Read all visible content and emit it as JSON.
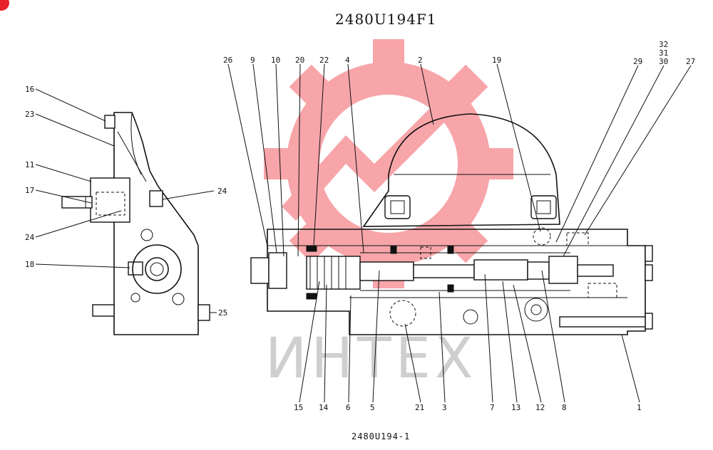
{
  "title": "2480U194F1",
  "caption": "2480U194-1",
  "watermark_text": "ИНТЕХ",
  "colors": {
    "watermark_red": "#f25c63",
    "badge_red": "#e8232b",
    "line": "#111111"
  },
  "callouts": {
    "c16": "16",
    "c23": "23",
    "c11": "11",
    "c17": "17",
    "c24a": "24",
    "c24b": "24",
    "c18": "18",
    "c25": "25",
    "c26": "26",
    "c9": "9",
    "c10": "10",
    "c20": "20",
    "c22": "22",
    "c4": "4",
    "c2": "2",
    "c19": "19",
    "c29": "29",
    "c32": "32",
    "c31": "31",
    "c30": "30",
    "c27": "27",
    "c15": "15",
    "c14": "14",
    "c6": "6",
    "c5": "5",
    "c21": "21",
    "c3": "3",
    "c7": "7",
    "c13": "13",
    "c12": "12",
    "c8": "8",
    "c1": "1"
  }
}
